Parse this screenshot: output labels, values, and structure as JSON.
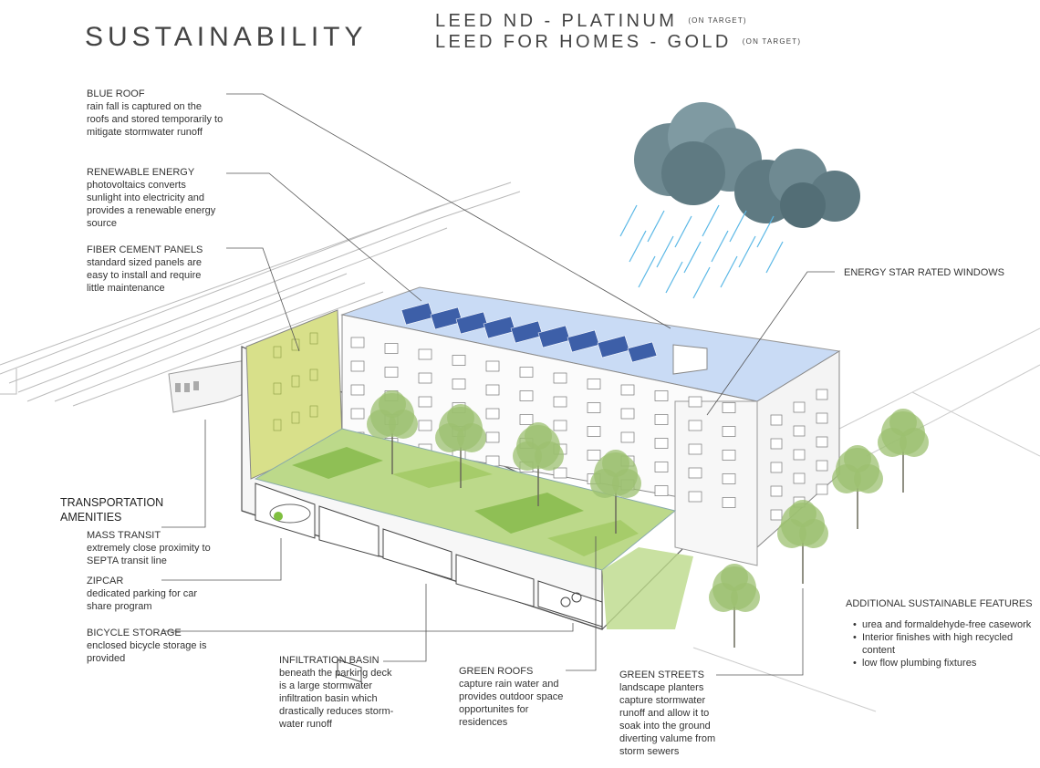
{
  "header": {
    "title": "SUSTAINABILITY",
    "leed_nd": "LEED ND - PLATINUM",
    "leed_nd_status": "(ON TARGET)",
    "leed_homes": "LEED FOR HOMES - GOLD",
    "leed_homes_status": "(ON TARGET)"
  },
  "callouts": {
    "blue_roof": {
      "head": "BLUE ROOF",
      "body": "rain fall is captured on the roofs and stored temporarily to mitigate stormwater runoff"
    },
    "renewable": {
      "head": "RENEWABLE ENERGY",
      "body": "photovoltaics converts sunlight into electricity and provides a renewable energy source"
    },
    "fiber": {
      "head": "FIBER CEMENT PANELS",
      "body": "standard sized panels are easy to install and require little maintenance"
    },
    "windows": {
      "head": "ENERGY STAR RATED WINDOWS"
    },
    "transport_head": "TRANSPORTATION AMENITIES",
    "mass_transit": {
      "head": "MASS TRANSIT",
      "body": "extremely close proximity to SEPTA transit line"
    },
    "zipcar": {
      "head": "ZIPCAR",
      "body": "dedicated parking for car share program"
    },
    "bicycle": {
      "head": "BICYCLE STORAGE",
      "body": "enclosed bicycle storage is provided"
    },
    "infiltration": {
      "head": "INFILTRATION BASIN",
      "body": "beneath the parking deck is a large stormwater infiltration basin which drastically reduces storm-water runoff"
    },
    "green_roofs": {
      "head": "GREEN ROOFS",
      "body": "capture rain water and provides outdoor space opportunites for residences"
    },
    "green_streets": {
      "head": "GREEN STREETS",
      "body": "landscape planters capture stormwater runoff and allow it to soak into the ground diverting valume from storm sewers"
    }
  },
  "features": {
    "head": "ADDITIONAL SUSTAINABLE FEATURES",
    "items": [
      "urea and formaldehyde-free casework",
      "Interior finishes with high recycled content",
      "low flow plumbing fixtures"
    ]
  },
  "colors": {
    "roof": "#c9dbf5",
    "grass_light": "#bcd98a",
    "grass_dark": "#8fbf55",
    "facade": "#d8e08a",
    "cloud": "#6f8a92",
    "rain": "#5bb8e6",
    "panel": "#3d5fa8"
  }
}
